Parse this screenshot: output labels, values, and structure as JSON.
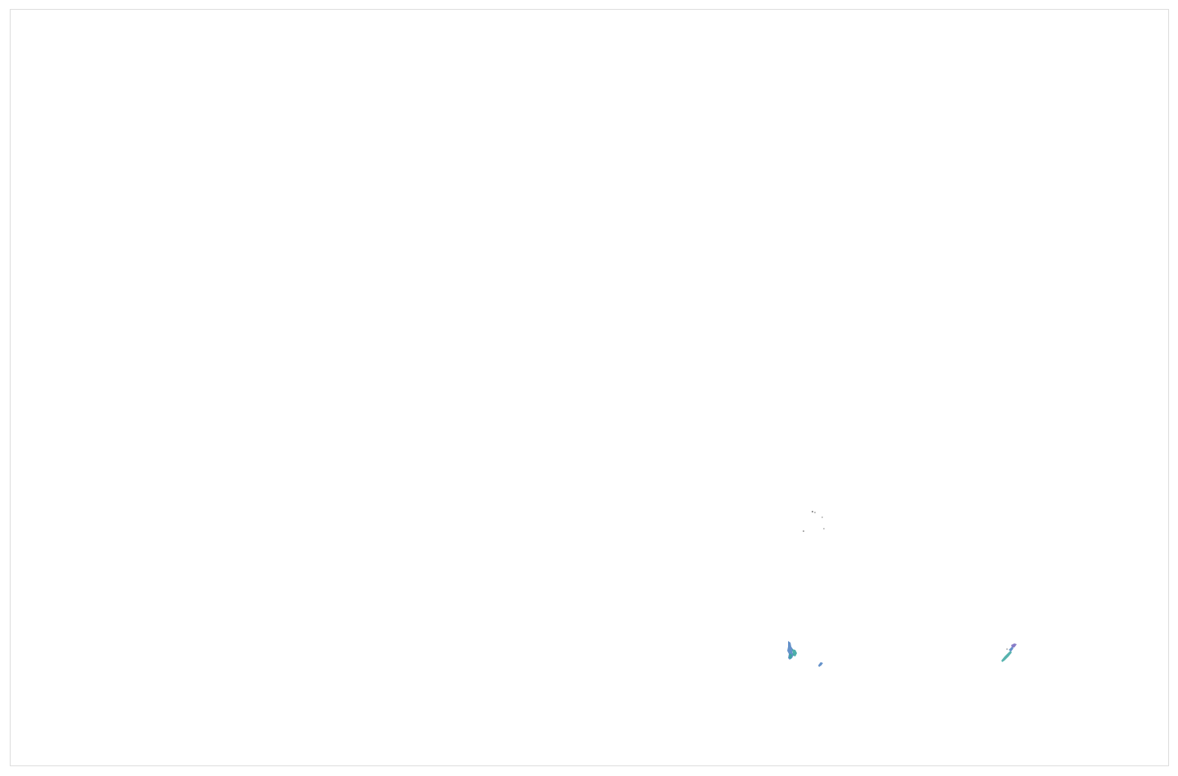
{
  "map": {
    "background_color": "#ffffff",
    "border_color": "#dddddd",
    "feature_colors": {
      "teal": "#3aa6a0",
      "blue": "#4a7fc1",
      "purple": "#7b6fc2",
      "gray": "#7a7a7a"
    },
    "features": [
      "island-cluster-west",
      "island-small-west",
      "island-chain-east",
      "scattered-islets-north"
    ]
  }
}
